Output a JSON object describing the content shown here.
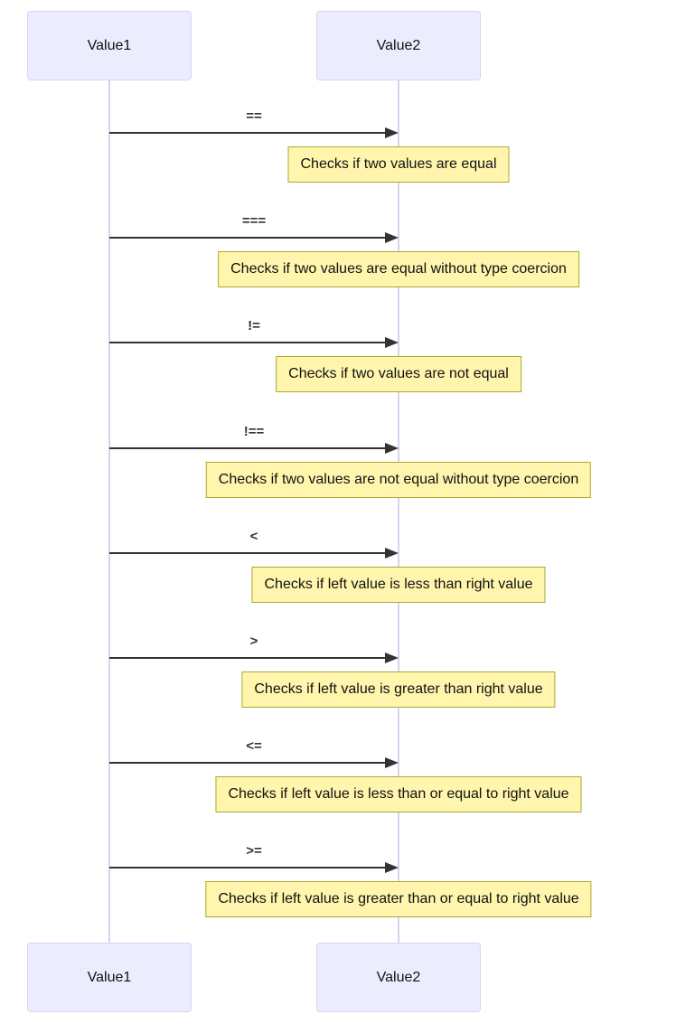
{
  "diagram": {
    "type": "sequence-diagram",
    "actors": [
      {
        "name": "Value1"
      },
      {
        "name": "Value2"
      }
    ],
    "messages": [
      {
        "operator": "==",
        "note": "Checks if two values are equal"
      },
      {
        "operator": "===",
        "note": "Checks if two values are equal without type coercion"
      },
      {
        "operator": "!=",
        "note": "Checks if two values are not equal"
      },
      {
        "operator": "!==",
        "note": "Checks if two values are not equal without type coercion"
      },
      {
        "operator": "<",
        "note": "Checks if left value is less than right value"
      },
      {
        "operator": ">",
        "note": "Checks if left value is greater than right value"
      },
      {
        "operator": "<=",
        "note": "Checks if left value is less than or equal to right value"
      },
      {
        "operator": ">=",
        "note": "Checks if left value is greater than or equal to right value"
      }
    ],
    "colors": {
      "actor_fill": "#ECECFF",
      "actor_border": "#d6d4f0",
      "note_fill": "#fff5ad",
      "note_border": "#aaaa33",
      "arrow": "#333333",
      "lifeline": "#d9d3ea",
      "text": "#111111"
    }
  }
}
